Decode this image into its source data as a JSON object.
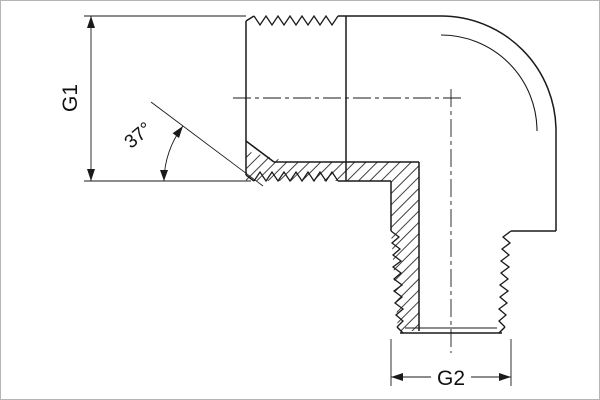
{
  "labels": {
    "g1": "G1",
    "g2": "G2",
    "angle": "37°"
  },
  "colors": {
    "line": "#1a1a1a",
    "thin_line": "#2a2a2a",
    "background": "#ffffff",
    "border": "#b5b5b5"
  }
}
